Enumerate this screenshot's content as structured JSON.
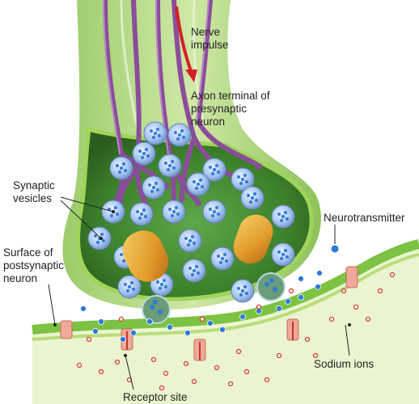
{
  "labels": {
    "nerve_impulse": "Nerve\nimpulse",
    "axon_terminal": "Axon terminal of\npresynaptic\nneuron",
    "synaptic_vesicles": "Synaptic\nvesicles",
    "neurotransmitter": "Neurotransmitter",
    "postsynaptic_surface": "Surface of\npostsynaptic\nneuron",
    "sodium_ions": "Sodium ions",
    "receptor_site": "Receptor site"
  },
  "colors": {
    "membrane_green": "#7cc243",
    "terminal_dark_green": "#2e6a1c",
    "postsynaptic_fill": "#d8ecae",
    "vesicle_blue": "#8fb3e6",
    "mitochondria_orange": "#e0a030",
    "dendrite_purple": "#8a4d9a",
    "impulse_arrow": "#d51f26",
    "neurotransmitter_blue": "#2e7bd6",
    "sodium_red": "#d43a2a",
    "receptor_pink": "#f0a89a"
  }
}
